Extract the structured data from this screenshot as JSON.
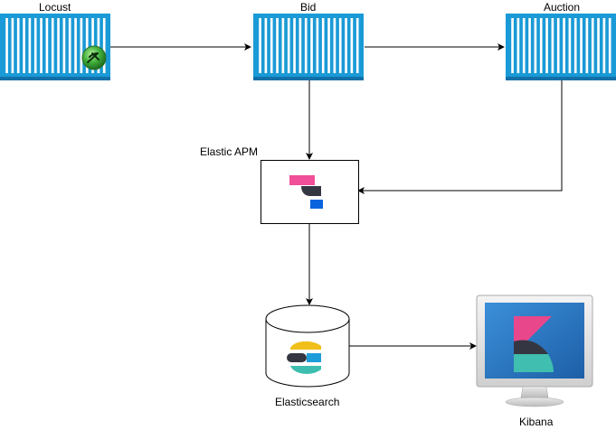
{
  "nodes": {
    "locust": {
      "label": "Locust"
    },
    "bid": {
      "label": "Bid"
    },
    "auction": {
      "label": "Auction"
    },
    "apm": {
      "label": "Elastic APM"
    },
    "elasticsearch": {
      "label": "Elasticsearch"
    },
    "kibana": {
      "label": "Kibana"
    }
  },
  "colors": {
    "container_blue": "#1a9ad6",
    "container_stripe": "#ffffff",
    "container_base": "#1170a8",
    "apm_pink": "#f04e98",
    "apm_dark": "#343741",
    "apm_blue": "#0b64dd",
    "es_yellow": "#f0bf1a",
    "es_teal": "#3ebeb0",
    "kibana_pink": "#e8478b",
    "kibana_teal": "#40beb0",
    "edge": "#000000"
  },
  "icons": {
    "locust_badge": "locust-badge-icon",
    "apm_logo": "elastic-apm-logo-icon",
    "es_logo": "elasticsearch-logo-icon",
    "kibana_logo": "kibana-logo-icon",
    "monitor": "monitor-icon",
    "database": "database-cylinder-icon"
  }
}
